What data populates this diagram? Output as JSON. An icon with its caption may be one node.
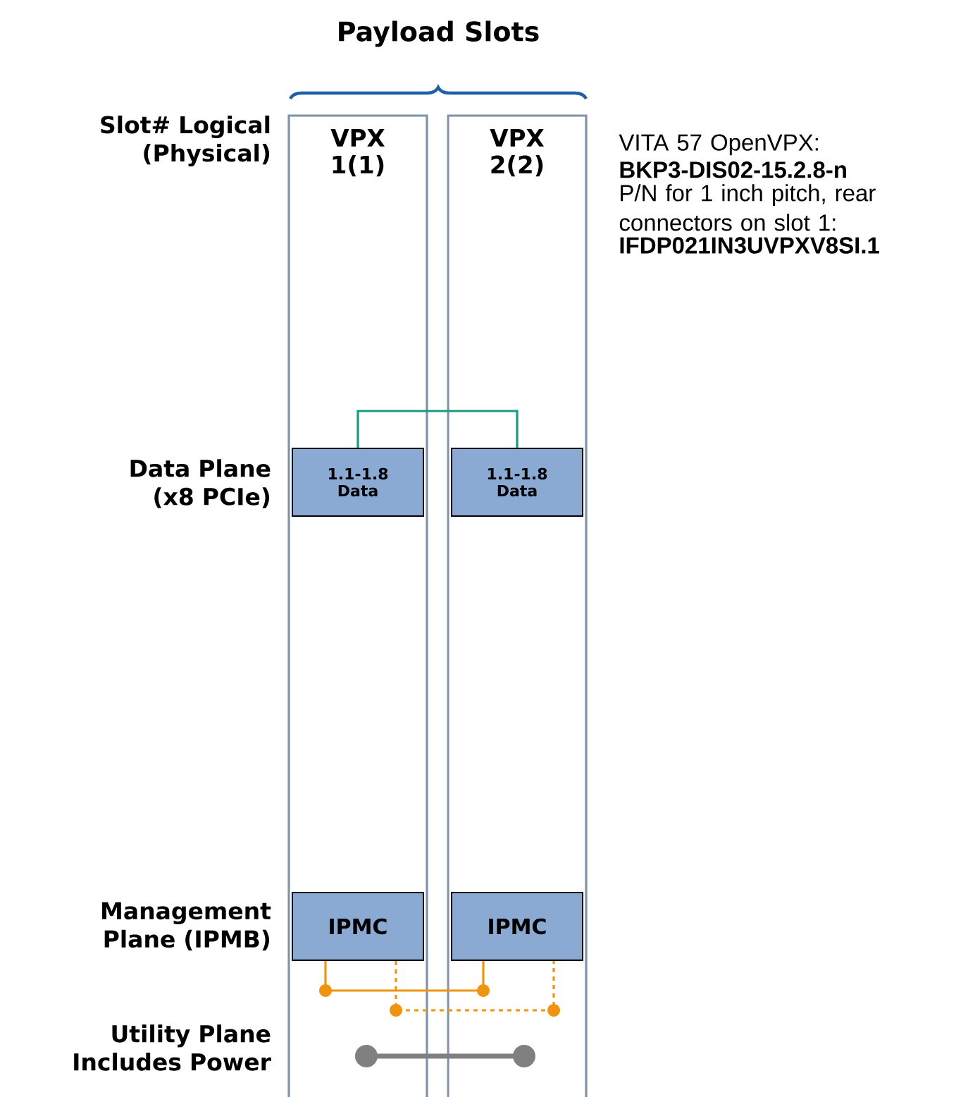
{
  "diagram": {
    "title": "Payload Slots",
    "nodes": [
      {
        "text": [
          "VPX 1(1)"
        ]
      },
      {
        "text": [
          "VPX 2(2)"
        ]
      },
      {
        "text": [
          "1.1-1.8 Data"
        ],
        "in": 0
      },
      {
        "text": [
          "1.1-1.8 Data"
        ],
        "in": 1
      },
      {
        "text": [
          "IPMC"
        ],
        "in": 0
      },
      {
        "text": [
          "IPMC"
        ],
        "in": 1
      }
    ],
    "edges": [
      {
        "from": 2,
        "to": 3,
        "arrow": "none",
        "color": "#1a9a80"
      },
      {
        "from": 4,
        "to": 5,
        "arrow": "none"
      },
      {
        "from": 4,
        "to": 5,
        "arrow": "none",
        "style": "dashed"
      }
    ],
    "labels": [
      "Slot# Logical (Physical)",
      "Data Plane (x8 PCIe)",
      "Management Plane (IPMB)",
      "Utility Plane Includes Power",
      "VITA 57 OpenVPX:",
      "BKP3-DIS02-15.2.8-n",
      "P/N for 1 inch pitch, rear connectors on slot 1:",
      "IFDP021IN3UVPXV8SI.1"
    ]
  }
}
